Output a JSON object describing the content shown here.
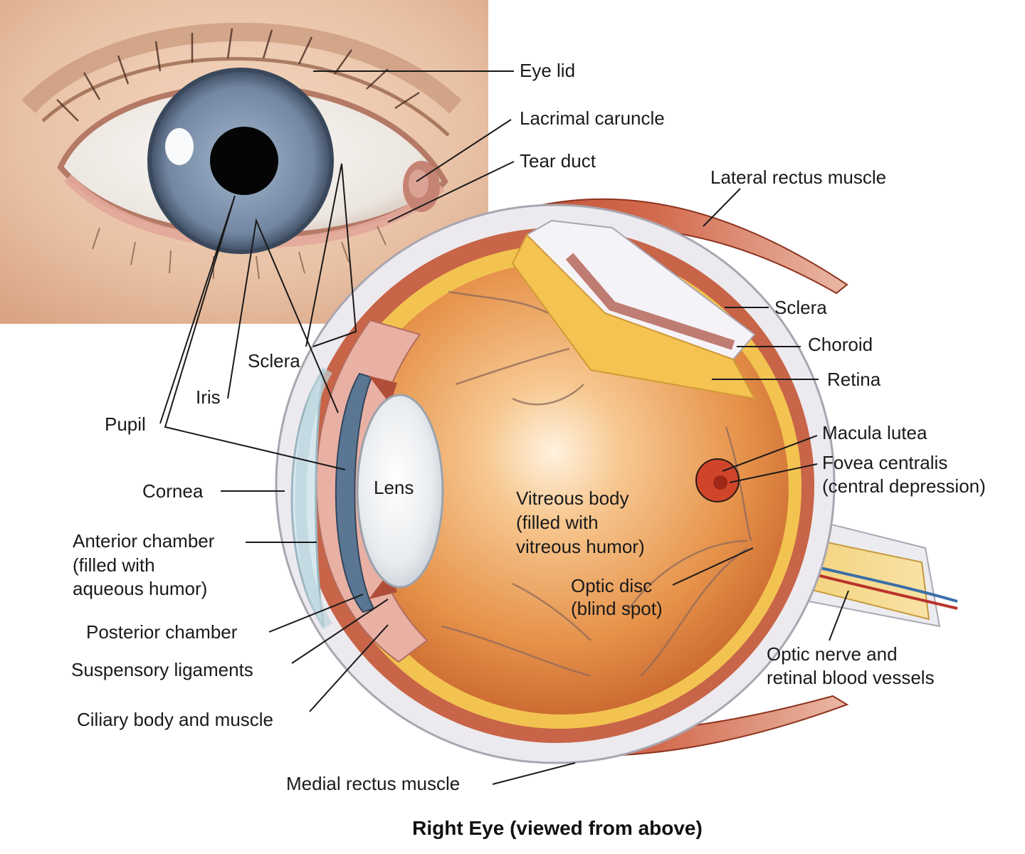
{
  "caption": "Right Eye (viewed from above)",
  "labels": {
    "eye_lid": "Eye lid",
    "lacrimal_caruncle": "Lacrimal caruncle",
    "tear_duct": "Tear duct",
    "lateral_rectus": "Lateral rectus muscle",
    "sclera_right": "Sclera",
    "choroid": "Choroid",
    "retina": "Retina",
    "macula": "Macula lutea",
    "fovea": [
      "Fovea centralis",
      "(central depression)"
    ],
    "sclera_left": "Sclera",
    "iris": "Iris",
    "pupil": "Pupil",
    "cornea": "Cornea",
    "lens": "Lens",
    "vitreous": [
      "Vitreous body",
      "(filled with",
      "vitreous humor)"
    ],
    "anterior": [
      "Anterior chamber",
      "(filled with",
      "aqueous humor)"
    ],
    "optic_disc": [
      "Optic disc",
      "(blind spot)"
    ],
    "posterior": "Posterior chamber",
    "suspensory": "Suspensory ligaments",
    "ciliary": "Ciliary body and muscle",
    "optic_nerve": [
      "Optic nerve and",
      "retinal blood vessels"
    ],
    "medial_rectus": "Medial rectus muscle"
  },
  "colors": {
    "skin": "#e9c2a6",
    "iris": "#7f93ad",
    "sclera": "#f3f3f3",
    "vitreous": "#e89a52",
    "retina": "#f2c350",
    "choroid": "#c86448",
    "muscle": "#c4543c",
    "cornea": "#d6e8ee"
  }
}
